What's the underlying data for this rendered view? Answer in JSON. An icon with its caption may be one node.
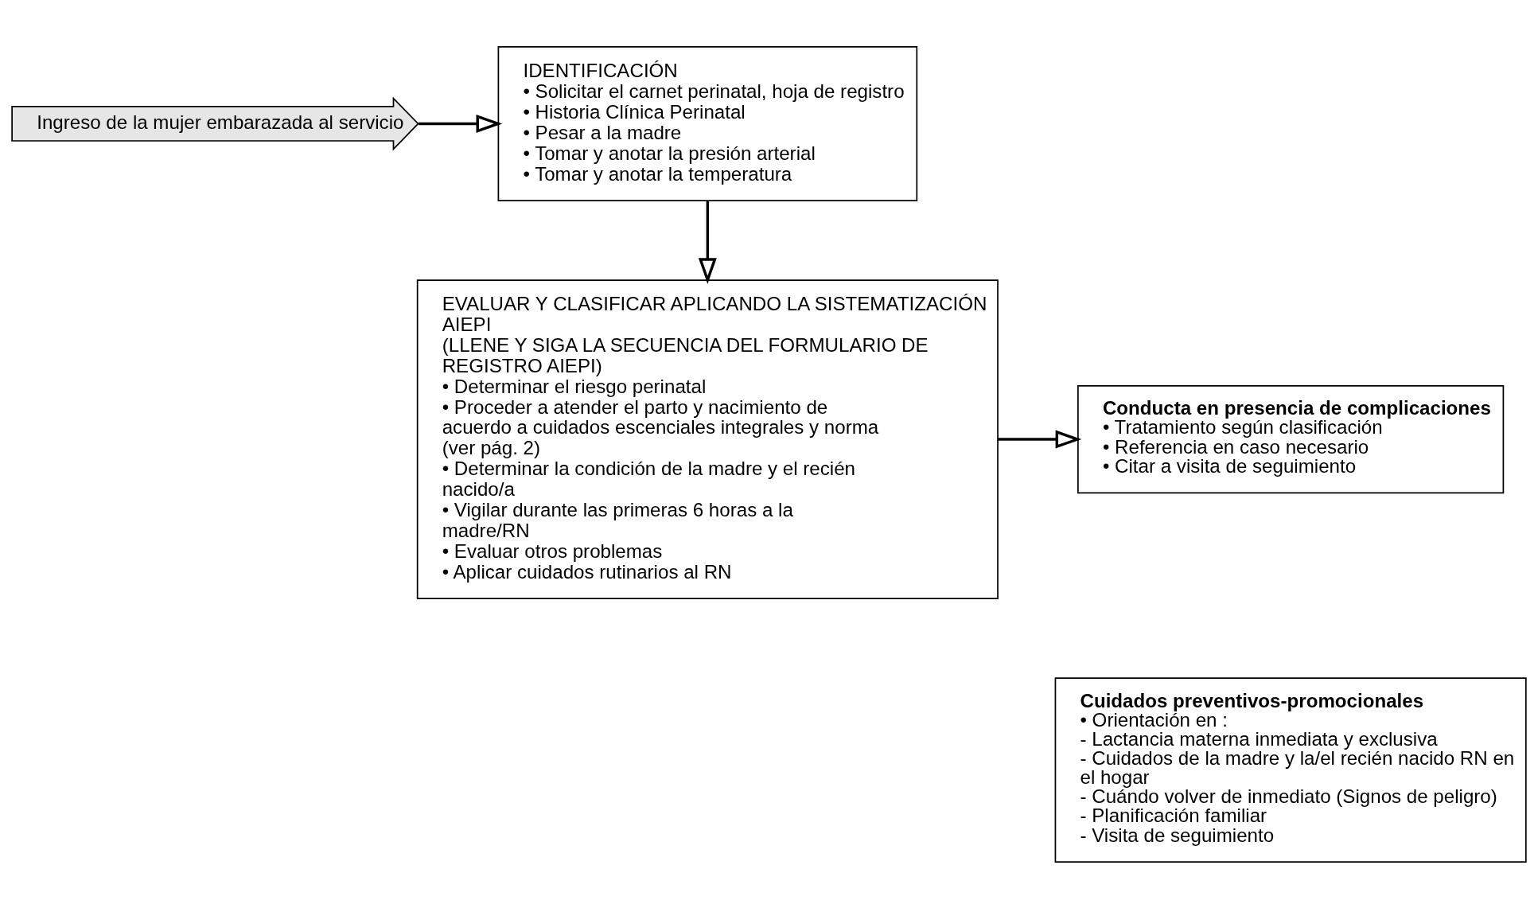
{
  "diagram": {
    "nodes": [
      {
        "text": [
          "Ingreso de la mujer embarazada al servicio"
        ]
      },
      {
        "text": [
          "IDENTIFICACIÓN",
          "• Solicitar el carnet perinatal, hoja de registro",
          "• Historia Clínica Perinatal",
          "• Pesar a la madre",
          "• Tomar y anotar la presión arterial",
          "• Tomar y anotar la temperatura"
        ]
      },
      {
        "text": [
          "EVALUAR Y CLASIFICAR APLICANDO LA SISTEMATIZACIÓN AIEPI",
          "(LLENE Y SIGA LA SECUENCIA DEL FORMULARIO DE REGISTRO AIEPI)",
          "• Determinar el riesgo perinatal",
          "• Proceder a atender el parto y nacimiento de acuerdo a cuidados escenciales integrales y norma (ver pág. 2)",
          "• Determinar la condición de la madre y el recién nacido/a",
          "• Vigilar durante las primeras 6 horas a la madre/RN",
          "• Evaluar otros problemas",
          "• Aplicar cuidados rutinarios al RN"
        ]
      },
      {
        "text": [
          "Conducta en presencia de complicaciones",
          "• Tratamiento según clasificación",
          "• Referencia en caso necesario",
          "• Citar a visita de seguimiento"
        ]
      },
      {
        "text": [
          "Cuidados preventivos-promocionales",
          "• Orientación en :",
          "- Lactancia materna inmediata y exclusiva",
          "- Cuidados de la madre y la/el recién nacido RN en el hogar",
          "- Cuándo volver de inmediato (Signos de peligro)",
          "- Planificación familiar",
          "- Visita de seguimiento"
        ]
      }
    ],
    "edges": [
      {
        "from": 0,
        "to": 1,
        "arrow": "to"
      },
      {
        "from": 1,
        "to": 2,
        "arrow": "to"
      },
      {
        "from": 2,
        "to": 3,
        "arrow": "to"
      }
    ]
  }
}
